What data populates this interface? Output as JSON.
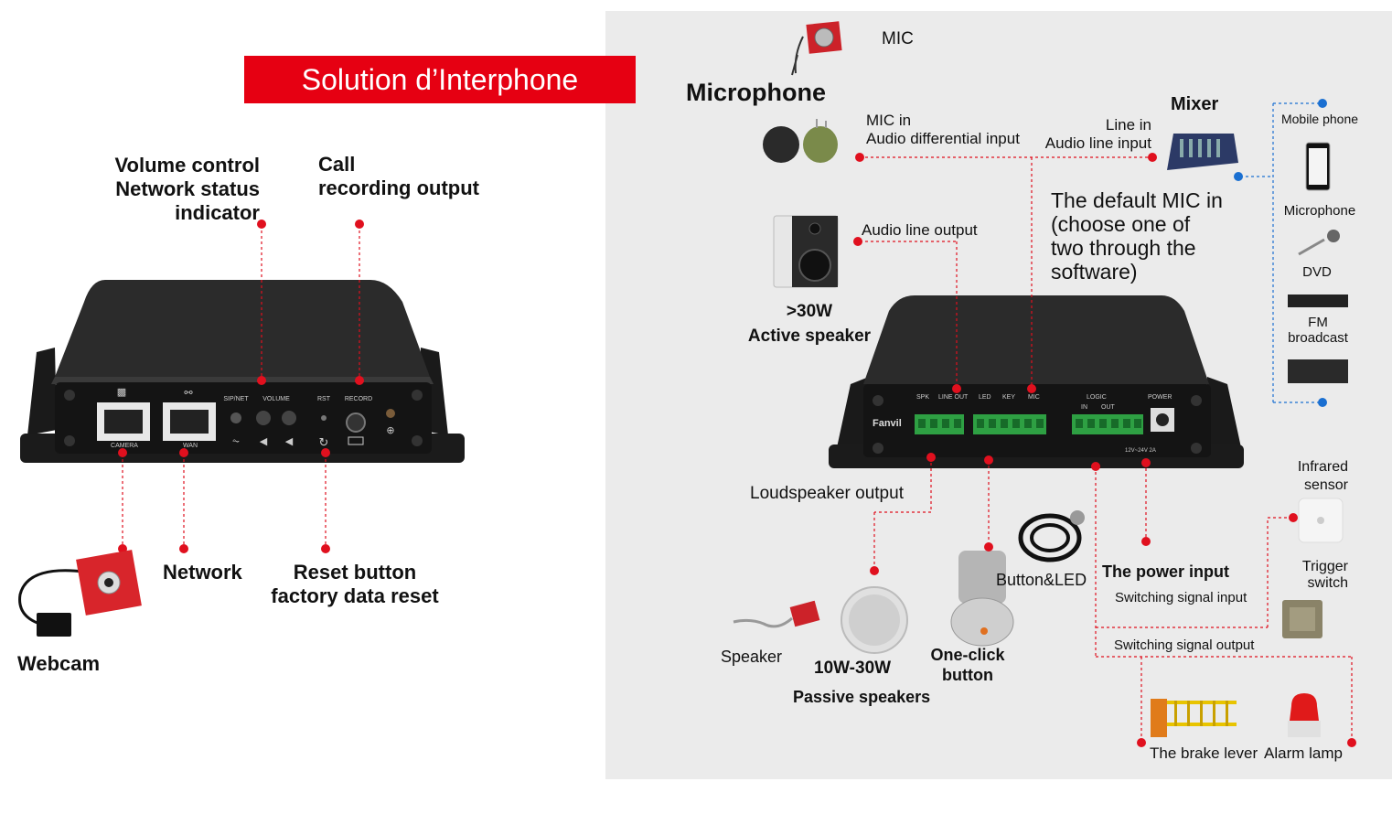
{
  "title": "Solution d’Interphone",
  "left": {
    "volume_label": "Volume control\nNetwork status\nindicator",
    "call_label": "Call\nrecording output",
    "webcam_label": "Webcam",
    "network_label": "Network",
    "reset_label": "Reset button\nfactory data reset",
    "device": {
      "camera": "CAMERA",
      "wan": "WAN",
      "sipnet": "SIP/NET",
      "volume": "VOLUME",
      "rst": "RST",
      "record": "RECORD"
    }
  },
  "right": {
    "mic_label": "MIC",
    "microphone_label": "Microphone",
    "mic_in_label": "MIC in\nAudio differential input",
    "line_in_label": "Line in\nAudio line input",
    "mixer_label": "Mixer",
    "sources": {
      "mobile": "Mobile phone",
      "microphone": "Microphone",
      "dvd": "DVD",
      "fm": "FM\nbroadcast"
    },
    "default_mic_note": "The default MIC in\n(choose one of\ntwo  through the\nsoftware)",
    "audio_line_output": "Audio line output",
    "active_speaker": ">30W\nActive speaker",
    "loudspeaker_output": "Loudspeaker output",
    "speaker_label": "Speaker",
    "passive_wattage": "10W-30W",
    "passive_label": "Passive speakers",
    "oneclick_label": "One-click\nbutton",
    "button_led_label": "Button&LED",
    "power_input_label": "The power input",
    "switch_in_label": "Switching signal input",
    "switch_out_label": "Switching signal output",
    "infrared_label": "Infrared\nsensor",
    "trigger_label": "Trigger\nswitch",
    "brake_label": "The brake lever",
    "alarm_label": "Alarm lamp",
    "device": {
      "brand": "Fanvil",
      "spk": "SPK",
      "line_out": "LINE OUT",
      "led": "LED",
      "key": "KEY",
      "mic": "MIC",
      "logic": "LOGIC",
      "power": "POWER",
      "in": "IN",
      "out": "OUT",
      "volt": "12V~24V 2A"
    }
  },
  "colors": {
    "accent": "#e60012",
    "dot": "#e0101e",
    "panel": "#ebebeb",
    "blue": "#1a6fd1"
  }
}
